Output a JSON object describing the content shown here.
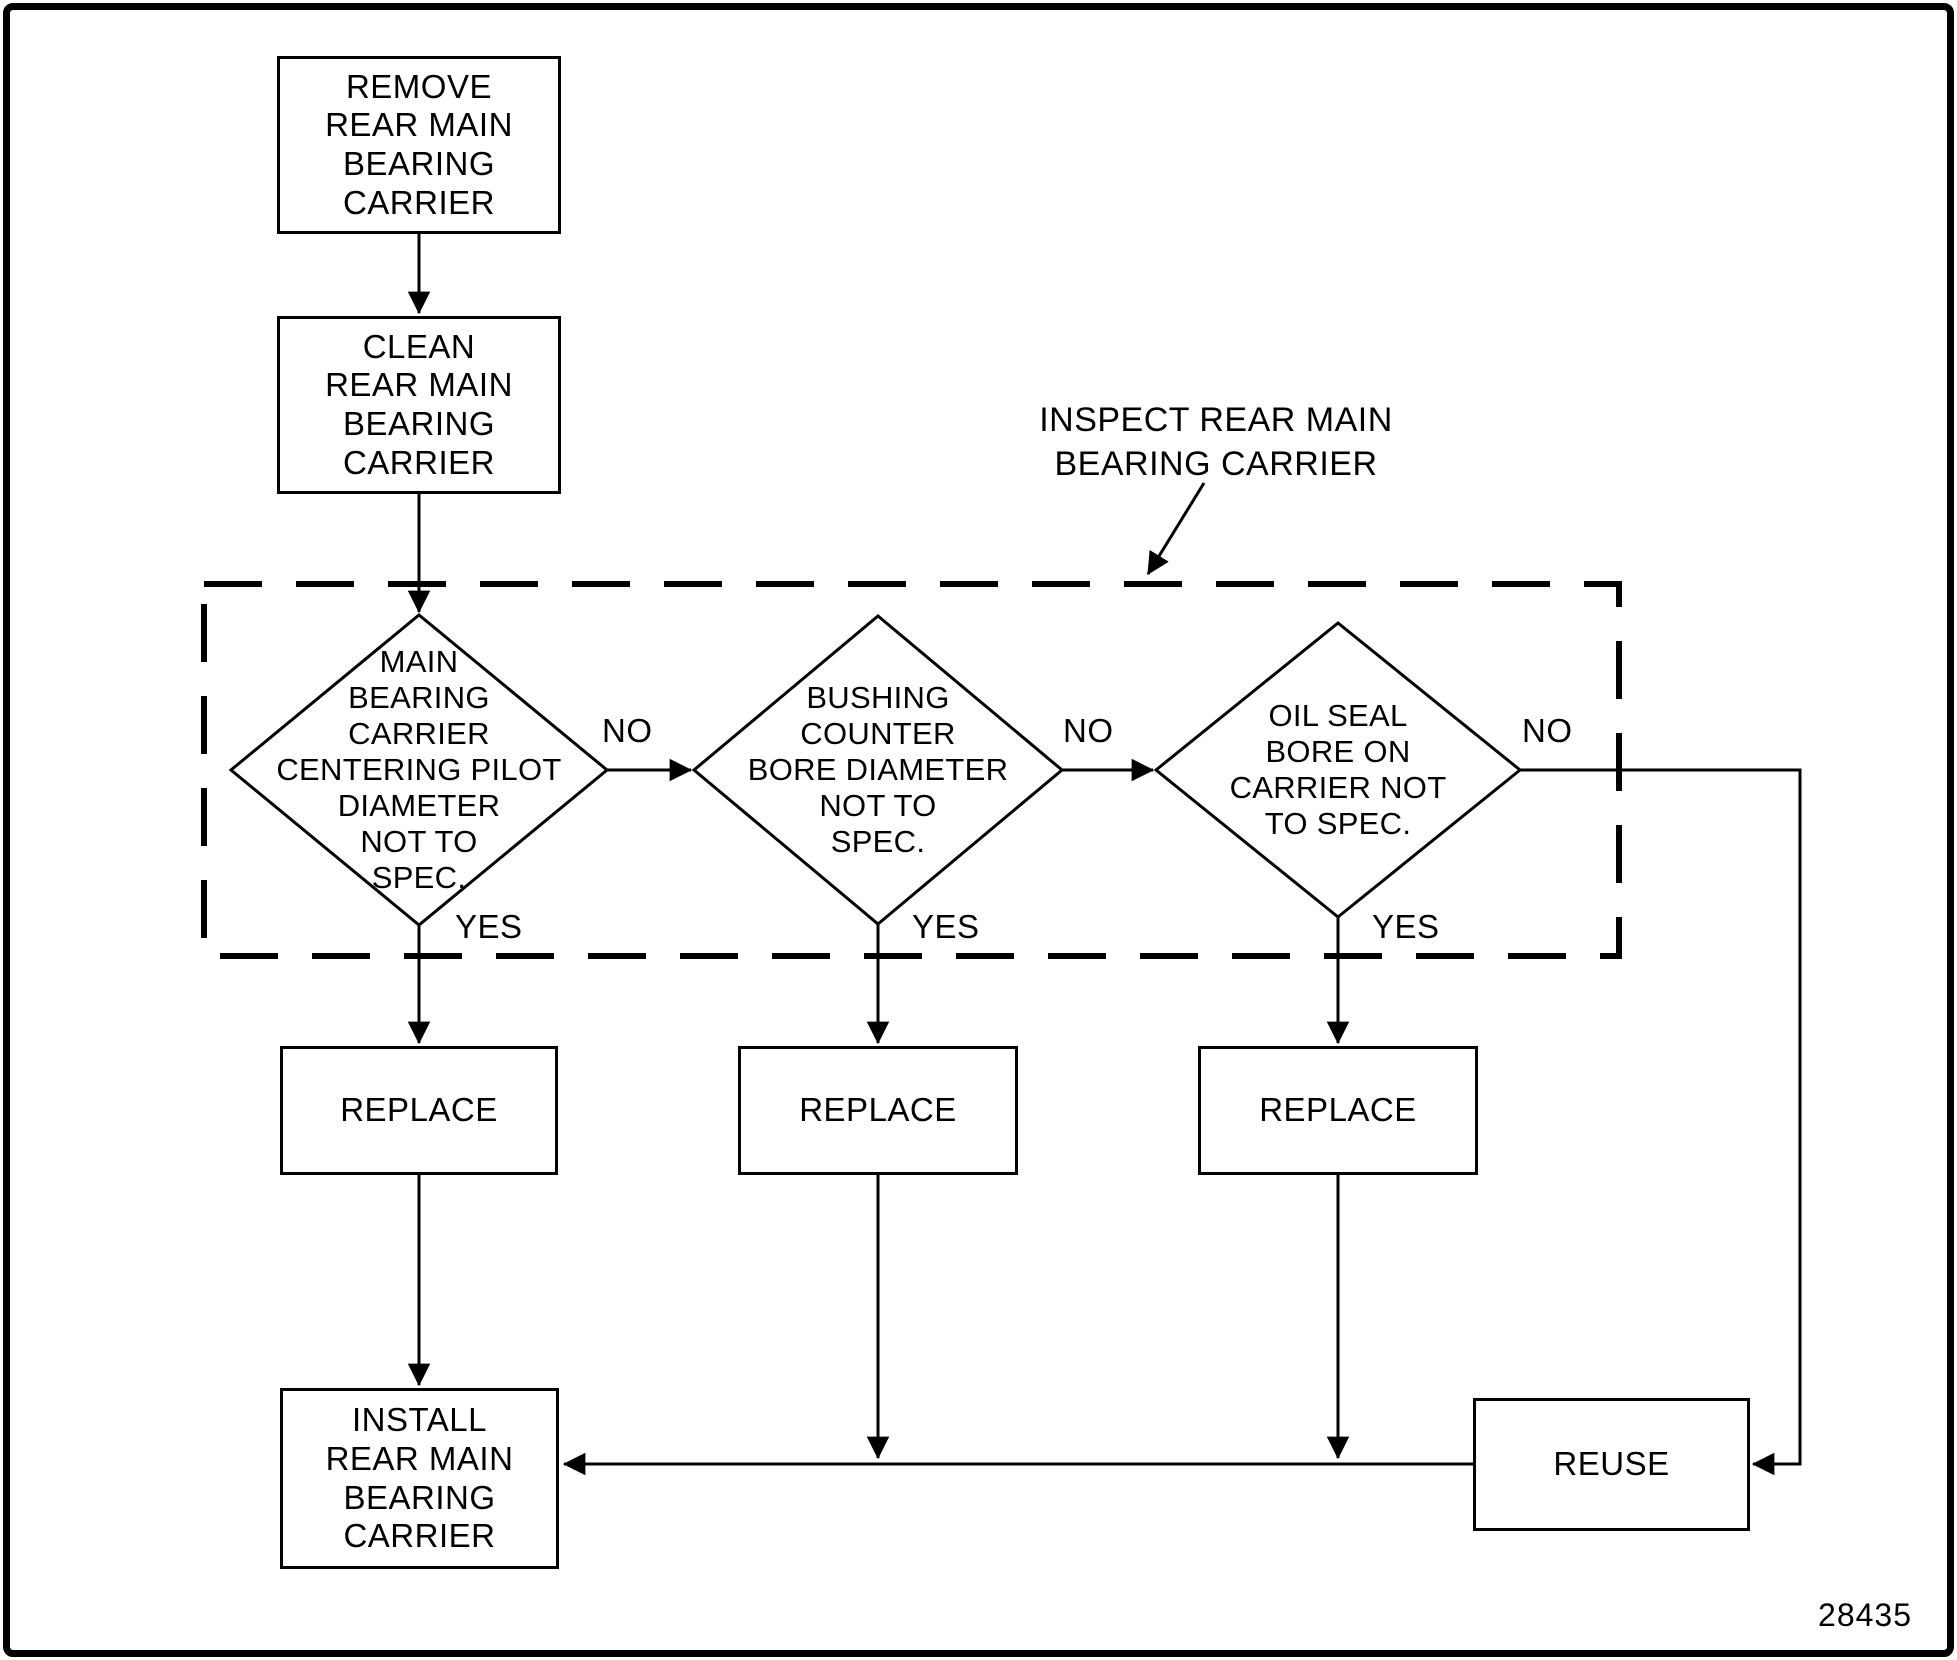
{
  "nodes": {
    "remove": {
      "label": "REMOVE\nREAR MAIN\nBEARING\nCARRIER"
    },
    "clean": {
      "label": "CLEAN\nREAR MAIN\nBEARING\nCARRIER"
    },
    "decision_pilot": {
      "label": "MAIN\nBEARING\nCARRIER\nCENTERING PILOT\nDIAMETER\nNOT TO\nSPEC."
    },
    "decision_bushing": {
      "label": "BUSHING\nCOUNTER\nBORE DIAMETER\nNOT TO\nSPEC."
    },
    "decision_oilseal": {
      "label": "OIL SEAL\nBORE ON\nCARRIER NOT\nTO SPEC."
    },
    "replace_pilot": {
      "label": "REPLACE"
    },
    "replace_bushing": {
      "label": "REPLACE"
    },
    "replace_oilseal": {
      "label": "REPLACE"
    },
    "install": {
      "label": "INSTALL\nREAR MAIN\nBEARING\nCARRIER"
    },
    "reuse": {
      "label": "REUSE"
    }
  },
  "group_label": "INSPECT REAR MAIN\nBEARING CARRIER",
  "edge_labels": {
    "no_pilot": "NO",
    "no_bushing": "NO",
    "no_oilseal": "NO",
    "yes_pilot": "YES",
    "yes_bushing": "YES",
    "yes_oilseal": "YES"
  },
  "figure_number": "28435",
  "colors": {
    "line": "#000000",
    "background": "#ffffff"
  }
}
